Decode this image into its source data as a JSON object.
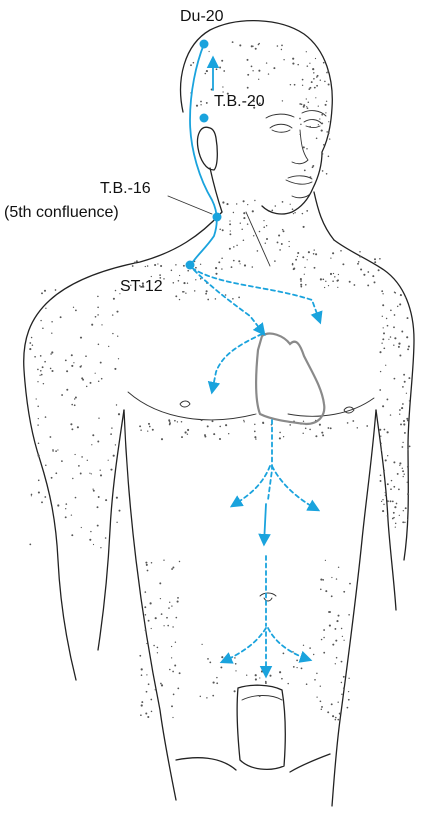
{
  "labels": {
    "du20": "Du-20",
    "tb20": "T.B.-20",
    "tb16_line1": "T.B.-16",
    "tb16_line2": "(5th confluence)",
    "st12": "ST-12"
  },
  "colors": {
    "channel": "#1aa3dd",
    "outline": "#222222",
    "heart": "#8a8a8a"
  }
}
